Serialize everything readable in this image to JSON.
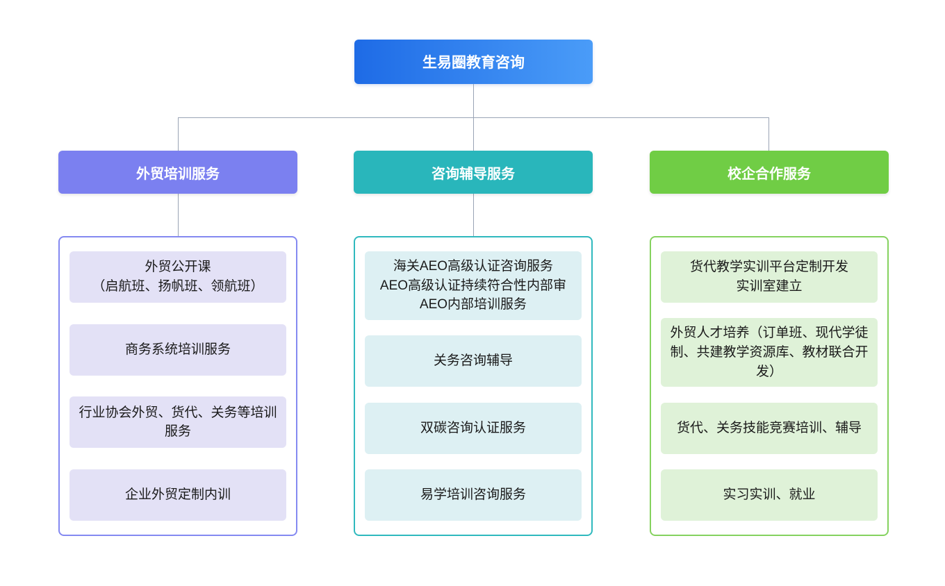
{
  "root": {
    "label": "生易圈教育咨询"
  },
  "branches": [
    {
      "label": "外贸培训服务",
      "header_color": "#7B80F0",
      "border_color": "#8489F1",
      "item_bg": "#E3E1F6",
      "items": [
        [
          "外贸公开课",
          "（启航班、扬帆班、领航班）"
        ],
        [
          "商务系统培训服务"
        ],
        [
          "行业协会外贸、货代、关务等培训服务"
        ],
        [
          "企业外贸定制内训"
        ]
      ]
    },
    {
      "label": "咨询辅导服务",
      "header_color": "#29B6BB",
      "border_color": "#2FB9BE",
      "item_bg": "#DDF0F3",
      "items": [
        [
          "海关AEO高级认证咨询服务",
          "AEO高级认证持续符合性内部审",
          "AEO内部培训服务"
        ],
        [
          "关务咨询辅导"
        ],
        [
          "双碳咨询认证服务"
        ],
        [
          "易学培训咨询服务"
        ]
      ]
    },
    {
      "label": "校企合作服务",
      "header_color": "#70CD45",
      "border_color": "#85D25F",
      "item_bg": "#DFF2D8",
      "items": [
        [
          "货代教学实训平台定制开发",
          "实训室建立"
        ],
        [
          "外贸人才培养（订单班、现代学徒制、共建教学资源库、教材联合开发）"
        ],
        [
          "货代、关务技能竞赛培训、辅导"
        ],
        [
          "实习实训、就业"
        ]
      ]
    }
  ],
  "colors": {
    "root_gradient_start": "#1E6BE6",
    "root_gradient_end": "#4A9CF8",
    "connector": "#9AA4B5",
    "item_text": "#1A1A1A",
    "background": "#FFFFFF"
  }
}
